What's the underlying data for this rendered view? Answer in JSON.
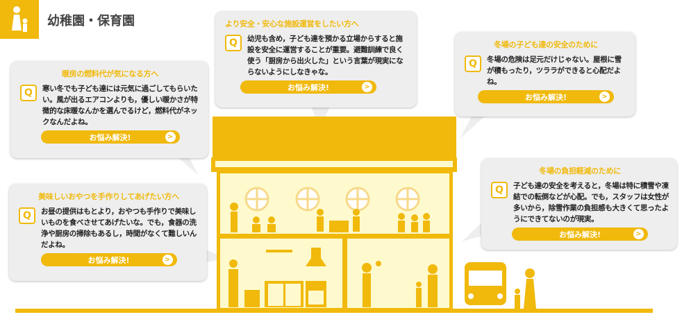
{
  "header": {
    "title": "幼稚園・保育園",
    "icon": "parent-child-icon"
  },
  "colors": {
    "accent": "#f0b90c",
    "house_inner": "#fffacd",
    "box_bg": "#eeeeee"
  },
  "cards": [
    {
      "title": "暖房の燃料代が気になる方へ",
      "q": "Q",
      "body": "寒い冬でも子ども達には元気に過ごしてもらいたい。風が出るエアコンよりも，優しい暖かさが特徴的な床暖なんかを選んでるけど，燃料代がネックなんだよね。",
      "button": "お悩み解決!"
    },
    {
      "title": "より安全・安心な施設運営をしたい方へ",
      "q": "Q",
      "body": "幼児も含め，子ども達を預かる立場からすると施設を安全に運営することが重要。避難訓練で良く使う「厨房から出火した」という言葉が現実にならないようにしなきゃな。",
      "button": "お悩み解決!"
    },
    {
      "title": "冬場の子ども達の安全のために",
      "q": "Q",
      "body": "冬場の危険は足元だけじゃない。屋根に雪が積もったり，ツララができると心配だよね。",
      "button": "お悩み解決!"
    },
    {
      "title": "冬場の負担軽減のために",
      "q": "Q",
      "body": "子ども達の安全を考えると，冬場は特に積雪や凍結での転倒などが心配。でも，スタッフは女性が多いから，除雪作業の負担感も大きくて思ったようにできてないのが現実。",
      "button": "お悩み解決!"
    },
    {
      "title": "美味しいおやつを手作りしてあげたい方へ",
      "q": "Q",
      "body": "お昼の提供はもとより，おやつも手作りで美味しいものを食べさせてあげたいな。でも，食器の洗浄や厨房の掃除もあるし，時間がなくて難しいんだよね。",
      "button": "お悩み解決!"
    }
  ]
}
